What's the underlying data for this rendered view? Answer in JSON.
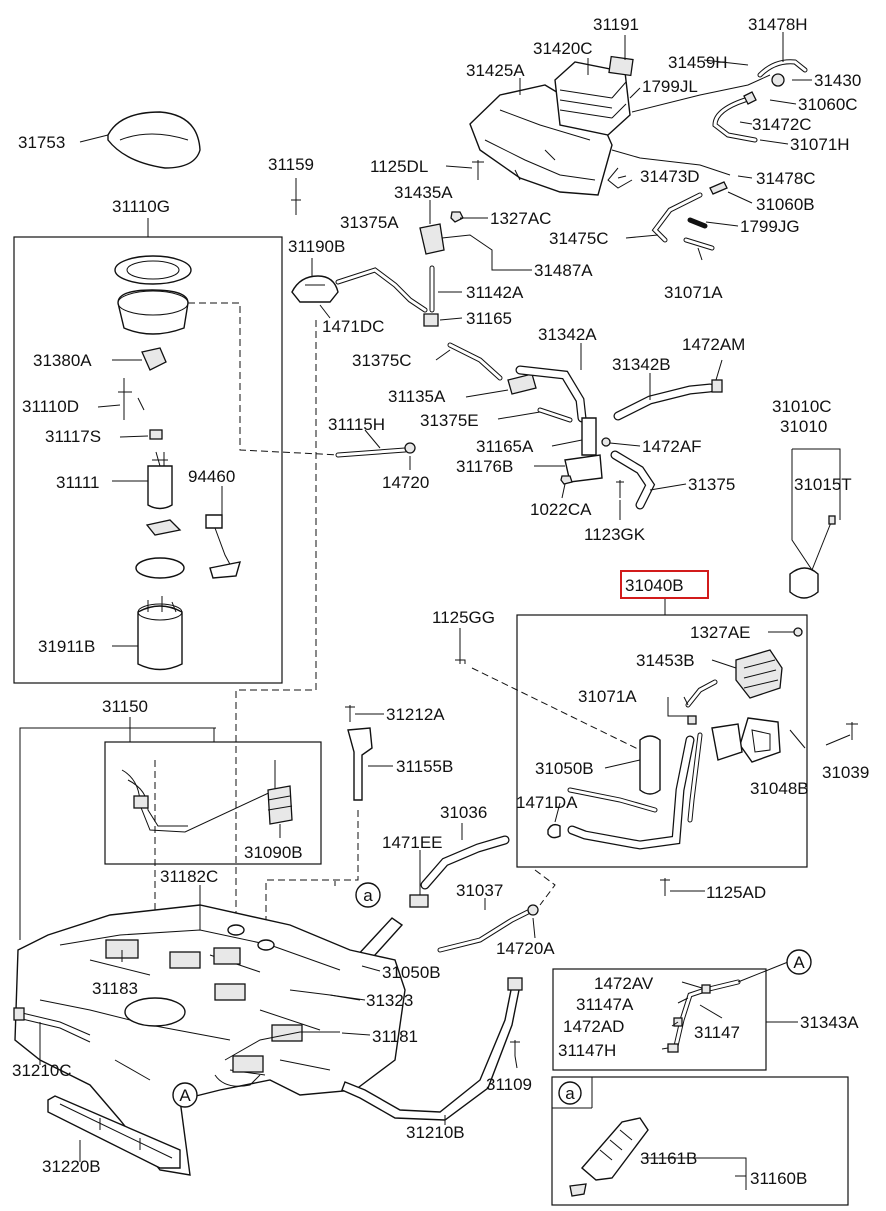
{
  "highlighted_part": "31040B",
  "callouts": {
    "c31191": "31191",
    "c31478H": "31478H",
    "c31420C": "31420C",
    "c31459H": "31459H",
    "c31425A": "31425A",
    "c1799JL": "1799JL",
    "c31430": "31430",
    "c31060C": "31060C",
    "c31472C": "31472C",
    "c31071H": "31071H",
    "c31753": "31753",
    "c31159": "31159",
    "c1125DL": "1125DL",
    "c31473D": "31473D",
    "c31478C": "31478C",
    "c31110G": "31110G",
    "c31435A": "31435A",
    "c31060B": "31060B",
    "c31375A": "31375A",
    "c1327AC": "1327AC",
    "c1799JG": "1799JG",
    "c31190B": "31190B",
    "c31475C": "31475C",
    "c31487A": "31487A",
    "c31142A": "31142A",
    "c31071A_top": "31071A",
    "c1471DC": "1471DC",
    "c31165": "31165",
    "c31342A": "31342A",
    "c1472AM": "1472AM",
    "c31375C": "31375C",
    "c31342B": "31342B",
    "c31380A": "31380A",
    "c31135A": "31135A",
    "c31010C": "31010C",
    "c31010": "31010",
    "c31110D": "31110D",
    "c31375E": "31375E",
    "c31115H": "31115H",
    "c31117S": "31117S",
    "c31165A": "31165A",
    "c1472AF": "1472AF",
    "c31176B": "31176B",
    "c31015T": "31015T",
    "c31111": "31111",
    "c94460": "94460",
    "c14720": "14720",
    "c31375": "31375",
    "c1022CA": "1022CA",
    "c1123GK": "1123GK",
    "c31040B": "31040B",
    "c1125GG": "1125GG",
    "c1327AE": "1327AE",
    "c31911B": "31911B",
    "c31453B": "31453B",
    "c31071A_mid": "31071A",
    "c31150": "31150",
    "c31212A": "31212A",
    "c31039": "31039",
    "c31050B_top": "31050B",
    "c31155B": "31155B",
    "c31048B": "31048B",
    "c31036": "31036",
    "c1471DA": "1471DA",
    "c31090B": "31090B",
    "c1471EE": "1471EE",
    "c31182C": "31182C",
    "c1125AD": "1125AD",
    "c31037": "31037",
    "c14720A": "14720A",
    "c31183": "31183",
    "c31050B_bot": "31050B",
    "c31323": "31323",
    "c1472AV": "1472AV",
    "c31147A": "31147A",
    "c31343A": "31343A",
    "c31181": "31181",
    "c1472AD": "1472AD",
    "c31147": "31147",
    "c31210C": "31210C",
    "c31147H": "31147H",
    "c31109": "31109",
    "c31210B": "31210B",
    "c31161B": "31161B",
    "c31220B": "31220B",
    "c31160B": "31160B"
  },
  "markers": {
    "a": "a",
    "A": "A"
  }
}
